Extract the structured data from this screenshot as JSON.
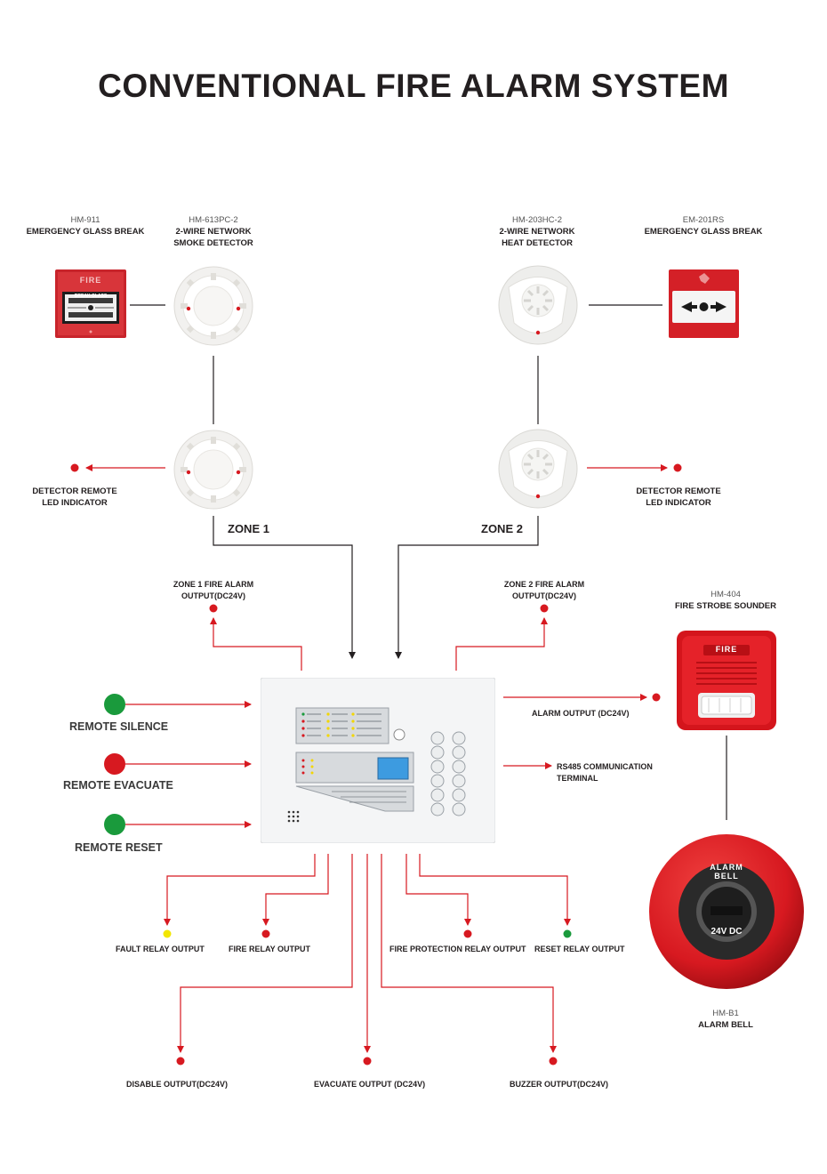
{
  "title": "CONVENTIONAL FIRE ALARM SYSTEM",
  "devices": {
    "glass_break_left": {
      "model": "HM-911",
      "name": "EMERGENCY GLASS BREAK",
      "face_text": "FIRE",
      "face_sub": "BREAK GLASS"
    },
    "smoke_detector": {
      "model": "HM-613PC-2",
      "name_line1": "2-WIRE NETWORK",
      "name_line2": "SMOKE DETECTOR"
    },
    "heat_detector": {
      "model": "HM-203HC-2",
      "name_line1": "2-WIRE NETWORK",
      "name_line2": "HEAT DETECTOR"
    },
    "glass_break_right": {
      "model": "EM-201RS",
      "name": "EMERGENCY GLASS BREAK"
    },
    "strobe_sounder": {
      "model": "HM-404",
      "name": "FIRE STROBE SOUNDER",
      "face_text": "FIRE"
    },
    "alarm_bell": {
      "model": "HM-B1",
      "name": "ALARM BELL",
      "ring_text": "ALARM BELL",
      "voltage_text": "24V DC"
    }
  },
  "indicators": {
    "left_line1": "DETECTOR REMOTE",
    "left_line2": "LED INDICATOR",
    "right_line1": "DETECTOR REMOTE",
    "right_line2": "LED INDICATOR"
  },
  "zones": {
    "zone1": "ZONE 1",
    "zone2": "ZONE 2"
  },
  "zone_outputs": {
    "zone1_line1": "ZONE 1 FIRE ALARM",
    "zone1_line2": "OUTPUT(DC24V)",
    "zone2_line1": "ZONE 2 FIRE ALARM",
    "zone2_line2": "OUTPUT(DC24V)"
  },
  "remotes": {
    "silence": "REMOTE SILENCE",
    "evacuate": "REMOTE EVACUATE",
    "reset": "REMOTE RESET"
  },
  "panel_outputs": {
    "alarm": "ALARM OUTPUT (DC24V)",
    "rs485_line1": "RS485 COMMUNICATION",
    "rs485_line2": "TERMINAL"
  },
  "relay_outputs": {
    "fault": "FAULT RELAY OUTPUT",
    "fire": "FIRE RELAY OUTPUT",
    "fire_protection": "FIRE PROTECTION RELAY OUTPUT",
    "reset": "RESET RELAY OUTPUT"
  },
  "dc_outputs": {
    "disable": "DISABLE OUTPUT(DC24V)",
    "evacuate": "EVACUATE OUTPUT (DC24V)",
    "buzzer": "BUZZER OUTPUT(DC24V)"
  },
  "colors": {
    "red": "#d71920",
    "green": "#1a9a3c",
    "yellow": "#f2e600",
    "line": "#231f20"
  }
}
